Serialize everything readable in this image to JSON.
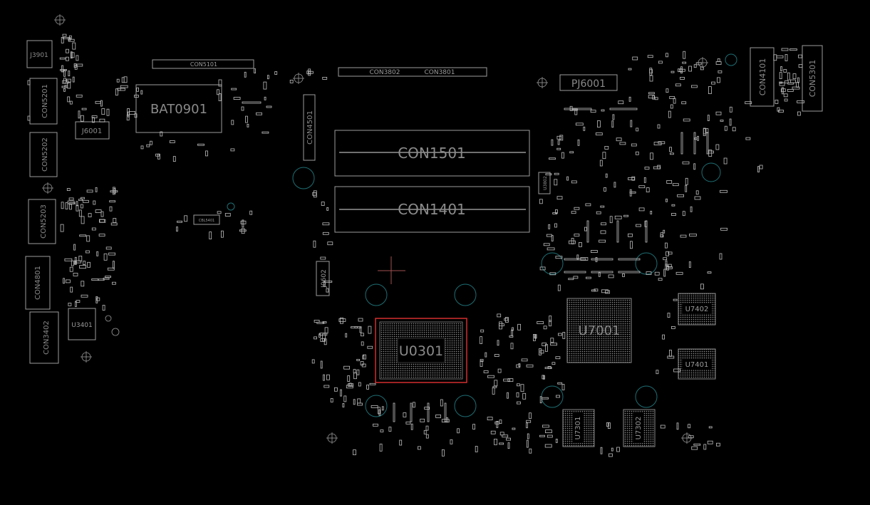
{
  "board": {
    "components": {
      "J3901": "J3901",
      "CON5101": "CON5101",
      "BAT0901": "BAT0901",
      "CON5201": "CON5201",
      "J6001": "J6001",
      "CON5202": "CON5202",
      "CON5203": "CON5203",
      "CON4801": "CON4801",
      "U3401": "U3401",
      "CON3402": "CON3402",
      "CON3802": "CON3802",
      "CON3801": "CON3801",
      "CON4501": "CON4501",
      "CON1501": "CON1501",
      "CON1401": "CON1401",
      "J0602": "J0602",
      "U0301": "U0301",
      "PJ6001": "PJ6001",
      "CON4101": "CON4101",
      "CON5301": "CON5301",
      "U7001": "U7001",
      "U7402": "U7402",
      "U7401": "U7401",
      "U7301": "U7301",
      "U7302": "U7302",
      "U3802": "U3802",
      "CBL5401": "CBL5401"
    },
    "selected_component": "U0301",
    "colors": {
      "background": "#000000",
      "outline": "#9c9c9c",
      "label": "#8a8a8a",
      "mounting_hole": "#1e6f74",
      "selection": "#e23232"
    }
  }
}
